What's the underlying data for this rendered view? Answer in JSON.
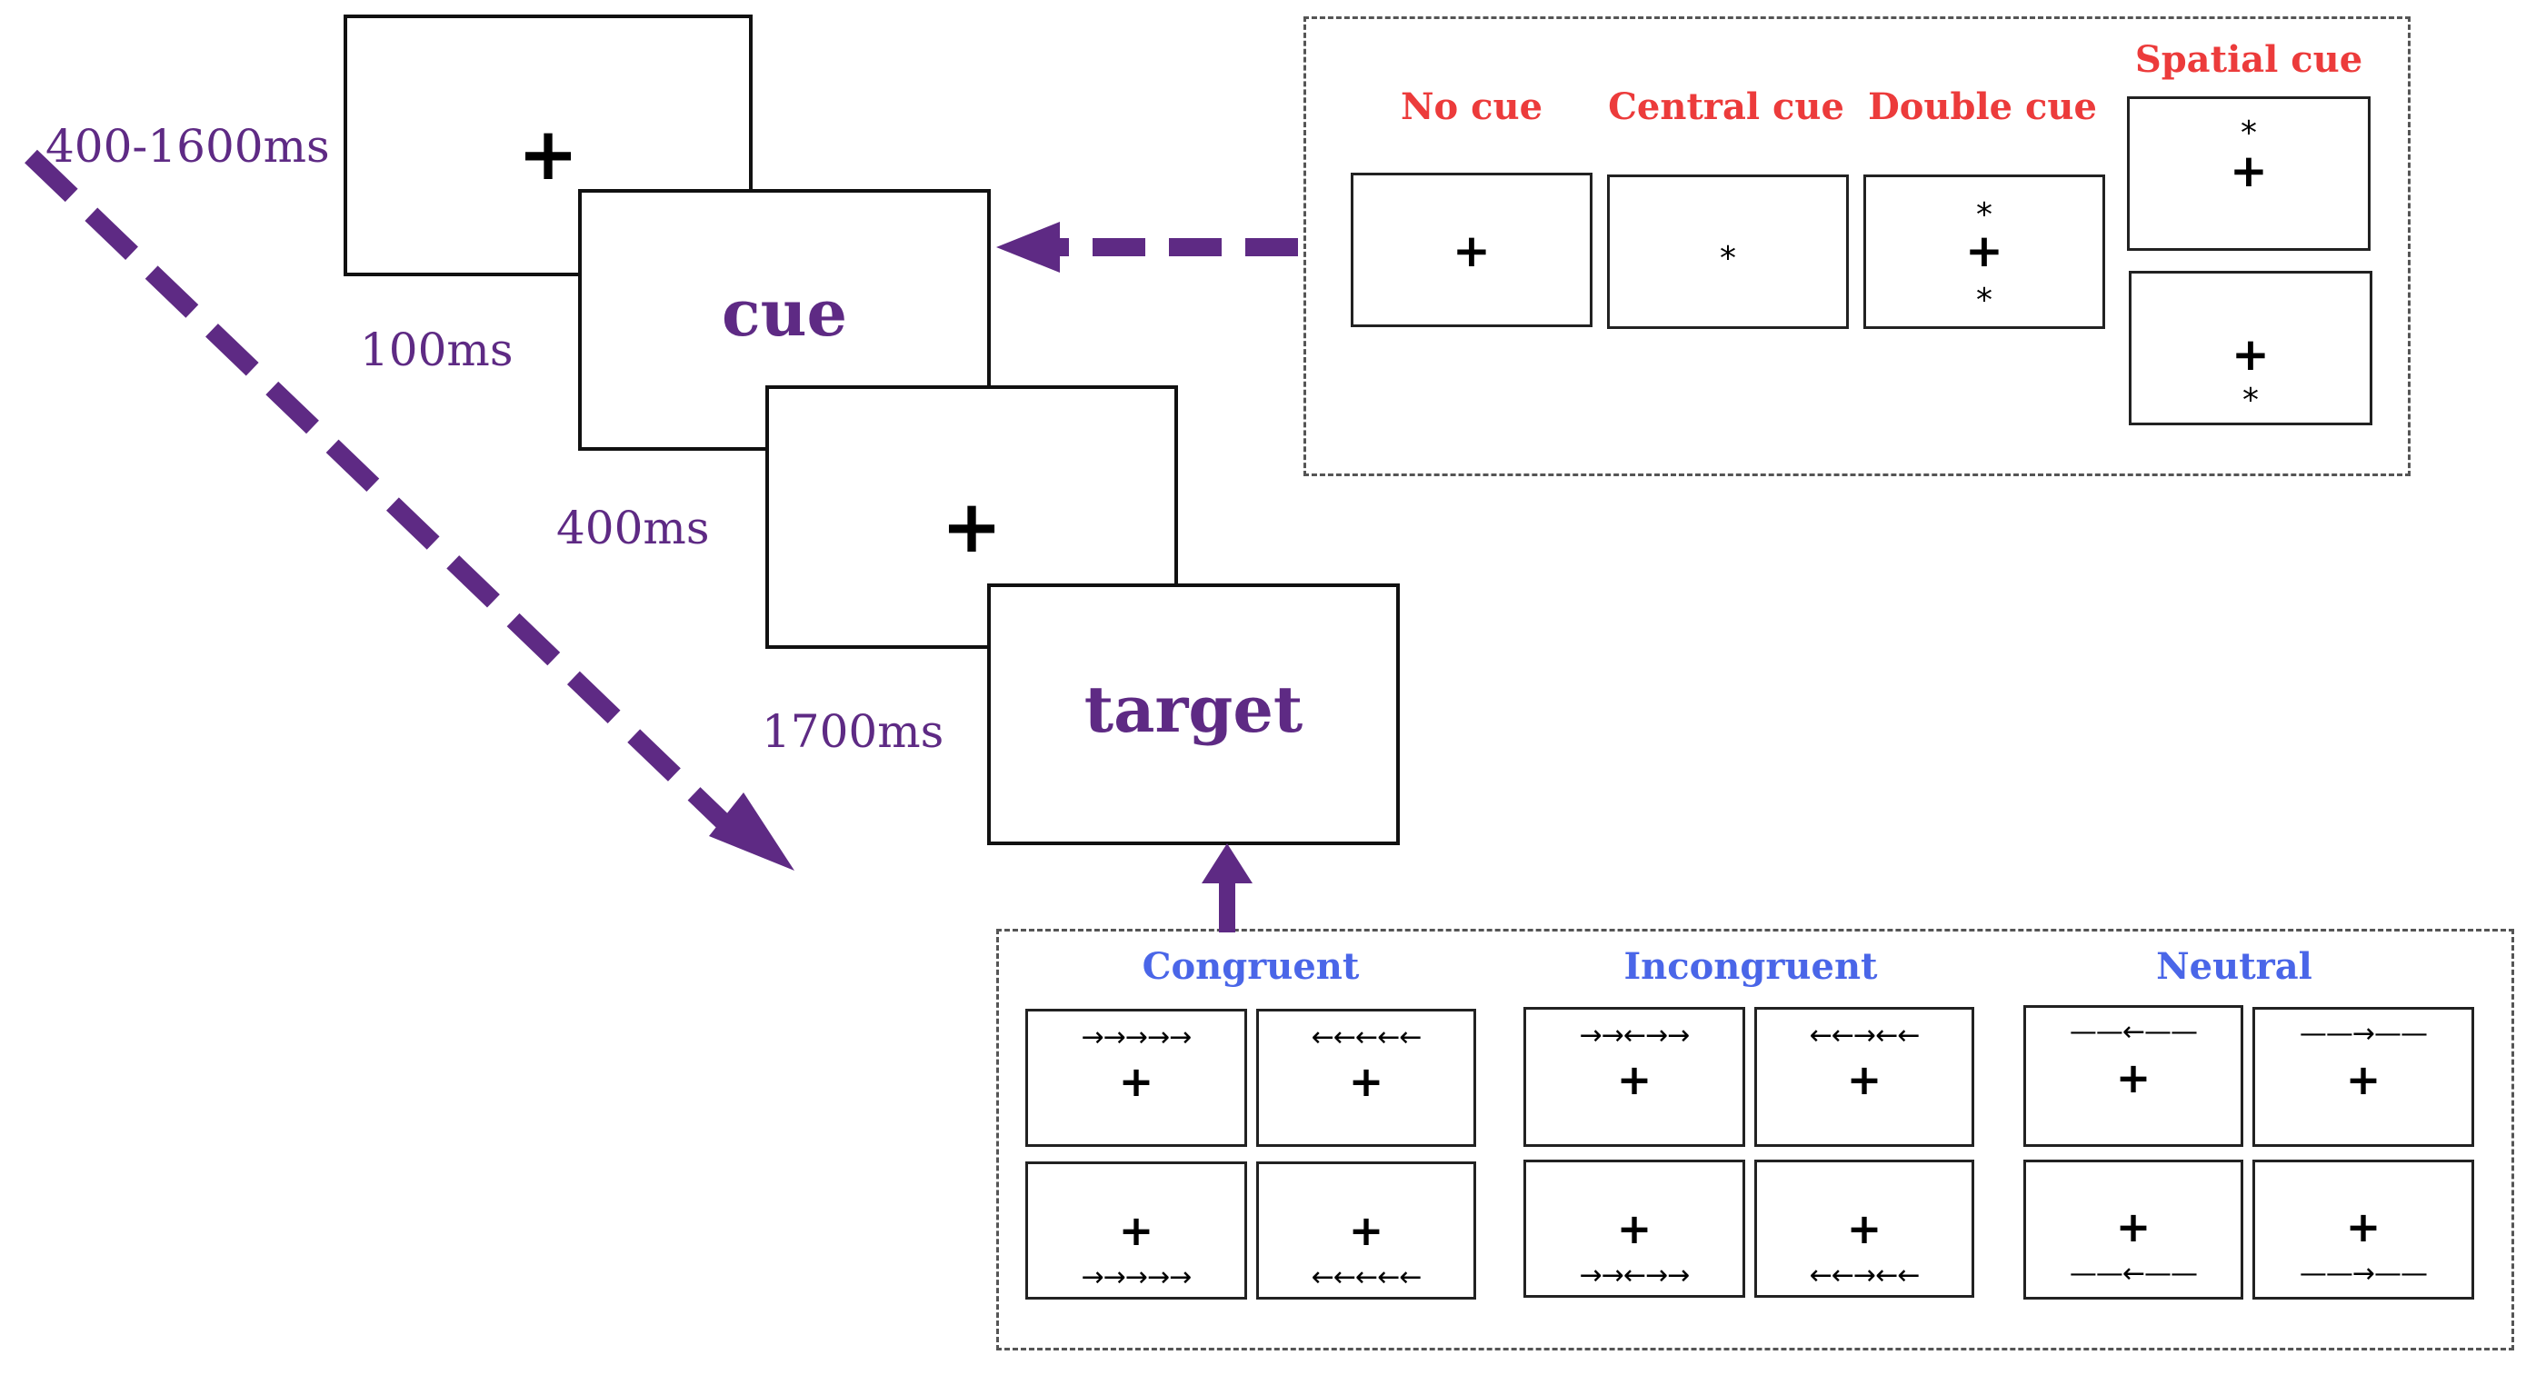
{
  "colors": {
    "purple": "#5e2a84",
    "cue_label_red": "#ec3b3b",
    "target_label_blue": "#4a66e8"
  },
  "sequence": {
    "fixation_symbol": "+",
    "cue_word": "cue",
    "target_word": "target",
    "timings": {
      "fixation_duration": "400-1600ms",
      "cue_duration": "100ms",
      "post_cue_fixation": "400ms",
      "target_duration": "1700ms"
    }
  },
  "cue_conditions": {
    "no_cue": {
      "label": "No cue"
    },
    "central_cue": {
      "label": "Central cue",
      "symbol": "*"
    },
    "double_cue": {
      "label": "Double cue",
      "symbol": "*"
    },
    "spatial_cue": {
      "label": "Spatial cue",
      "symbol": "*"
    }
  },
  "target_conditions": {
    "congruent": {
      "label": "Congruent",
      "flankers": [
        "→→→→→",
        "←←←←←",
        "→→→→→",
        "←←←←←"
      ]
    },
    "incongruent": {
      "label": "Incongruent",
      "flankers": [
        "→→←→→",
        "←←→←←",
        "→→←→→",
        "←←→←←"
      ]
    },
    "neutral": {
      "label": "Neutral",
      "flankers": [
        "——←——",
        "——→——",
        "——←——",
        "——→——"
      ]
    }
  },
  "icons": [
    "dashed-diagonal-arrow-icon",
    "dashed-left-arrow-icon",
    "up-arrow-icon"
  ]
}
